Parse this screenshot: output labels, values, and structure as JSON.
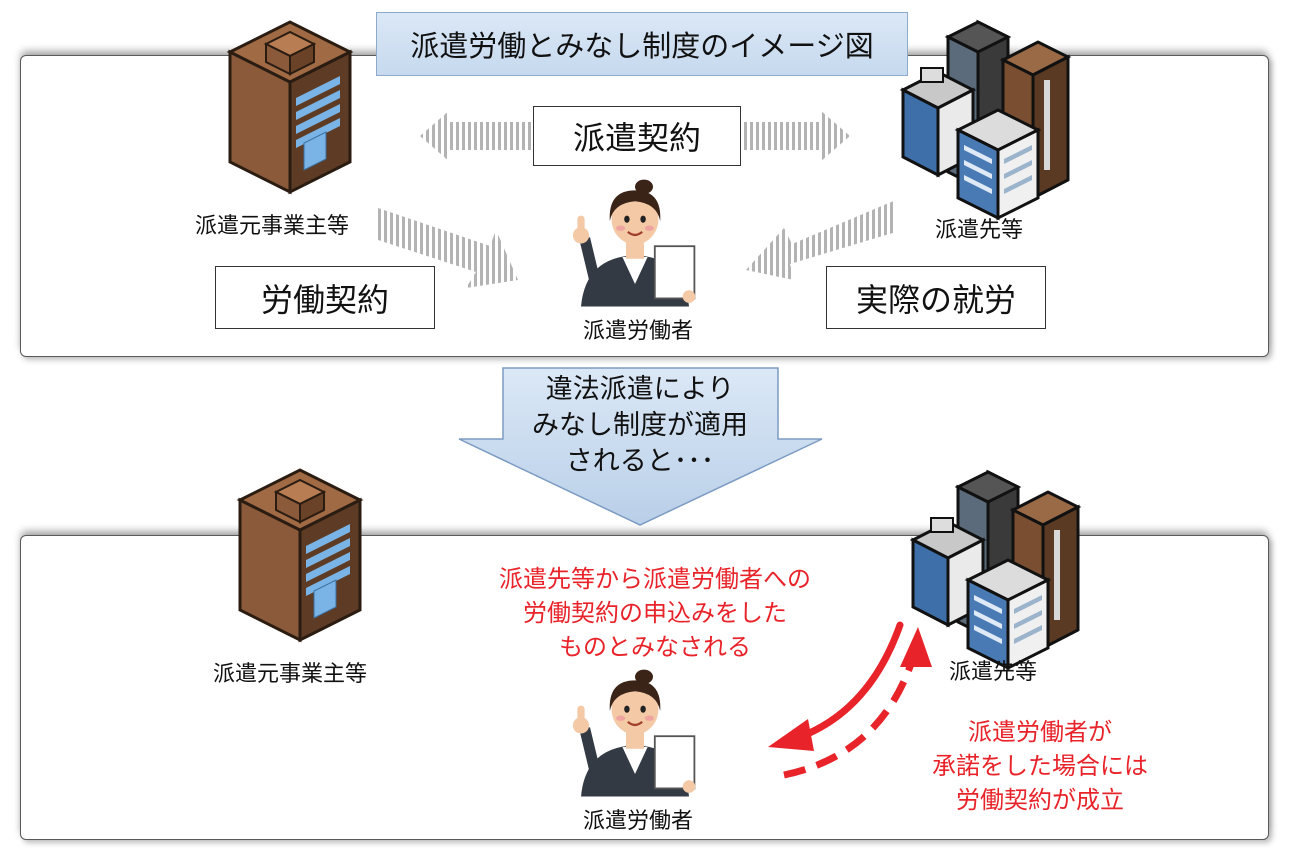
{
  "title": "派遣労働とみなし制度のイメージ図",
  "top": {
    "dispatch_contract": "派遣契約",
    "labor_contract": "労働契約",
    "actual_work": "実際の就労",
    "sender_label": "派遣元事業主等",
    "receiver_label": "派遣先等",
    "worker_label": "派遣労働者"
  },
  "transition": {
    "lines": [
      "違法派遣により",
      "みなし制度が適用",
      "されると･･･"
    ]
  },
  "bottom": {
    "sender_label": "派遣元事業主等",
    "receiver_label": "派遣先等",
    "worker_label": "派遣労働者",
    "offer_lines": [
      "派遣先等から派遣労働者への",
      "労働契約の申込みをした",
      "ものとみなされる"
    ],
    "accept_lines": [
      "派遣労働者が",
      "承諾をした場合には",
      "労働契約が成立"
    ]
  },
  "colors": {
    "accent_red": "#e8242a",
    "title_fill": "#c6d9ee",
    "building_brown": "#8a5a3a"
  },
  "icons": {
    "sender": "office-building-icon",
    "receiver": "building-cluster-icon",
    "worker": "office-worker-icon"
  }
}
